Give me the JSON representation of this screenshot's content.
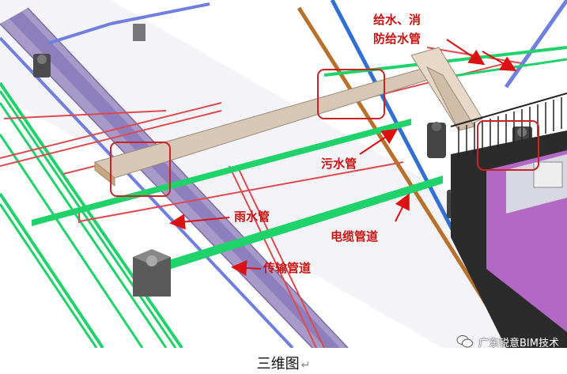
{
  "labels": {
    "water_supply_line1": "给水、消",
    "water_supply_line2": "防给水管",
    "sewage_pipe": "污水管",
    "rain_pipe": "雨水管",
    "cable_duct": "电缆管道",
    "transmission_duct": "传输管道"
  },
  "caption": "三维图",
  "caption_mark": "↵",
  "watermark": "广东锐意BIM技术",
  "colors": {
    "label_red": "#cc1111",
    "arrow_red": "#dd1111",
    "rain_pipe": "#6e7fe0",
    "sewage_pipe": "#2f6fd6",
    "cable_green": "#1fd36a",
    "utility_beam": "#c8b9a8",
    "red_pipe": "#e0484c",
    "tunnel_magenta": "#c26fd6",
    "orange_pipe": "#b9702a",
    "road_gray": "#c9c9d2"
  }
}
